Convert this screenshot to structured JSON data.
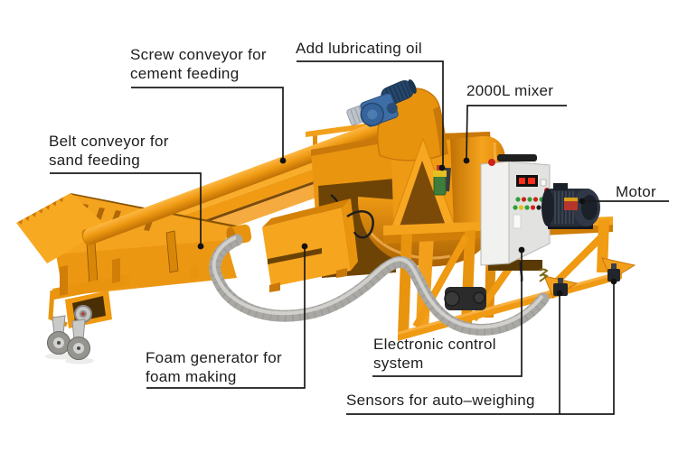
{
  "page": {
    "description": "Labeled product photo of a foamed concrete mixing machine with callout annotations"
  },
  "colors": {
    "machine_orange": "#F09B13",
    "machine_orange_bright": "#F9AD2B",
    "machine_orange_dark": "#C9780A",
    "gear_motor_blue": "#3D6EA6",
    "electric_motor_navy": "#272E3A",
    "cabinet_gray": "#E6E6E4",
    "hose_gray": "#A9A8A5",
    "annotation_black": "#1A1A1A",
    "background": "#FFFFFF"
  },
  "labels": {
    "screw_conveyor": "Screw conveyor for\ncement feeding",
    "add_lubricating_oil": "Add lubricating oil",
    "mixer": "2000L mixer",
    "belt_conveyor": "Belt conveyor for\nsand feeding",
    "motor": "Motor",
    "foam_generator": "Foam generator for\nfoam making",
    "electronic_control": "Electronic control\nsystem",
    "sensors": "Sensors for auto–weighing"
  }
}
